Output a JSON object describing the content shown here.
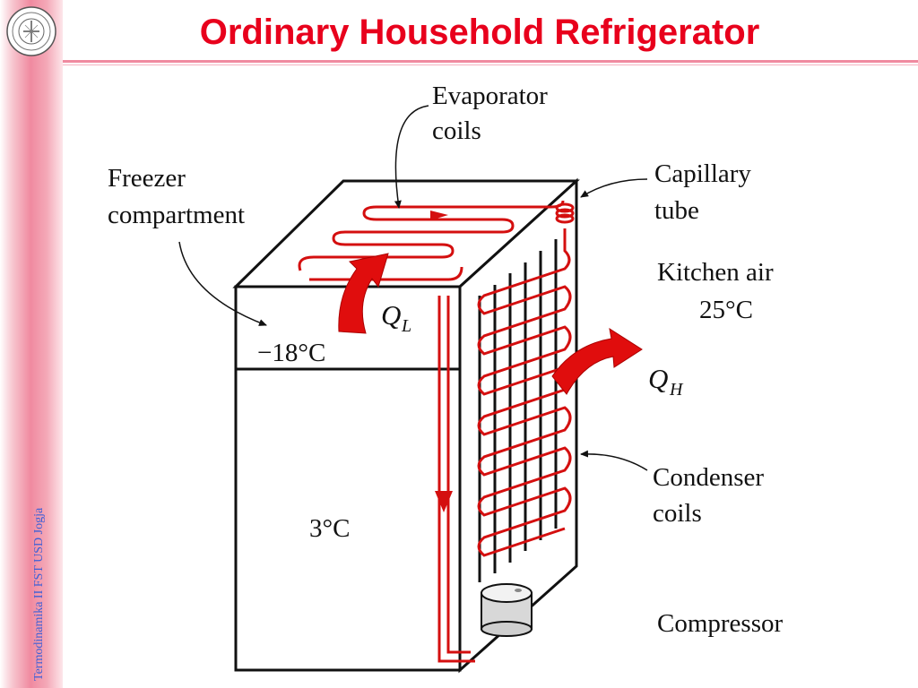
{
  "slide": {
    "title": "Ordinary Household Refrigerator",
    "side_text": "Termodinamika II FST USD Jogja"
  },
  "diagram": {
    "labels": {
      "evaporator_line1": "Evaporator",
      "evaporator_line2": "coils",
      "freezer_line1": "Freezer",
      "freezer_line2": "compartment",
      "capillary_line1": "Capillary",
      "capillary_line2": "tube",
      "kitchen_line1": "Kitchen air",
      "kitchen_line2": "25°C",
      "freezer_temp": "−18°C",
      "fridge_temp": "3°C",
      "condenser_line1": "Condenser",
      "condenser_line2": "coils",
      "compressor": "Compressor",
      "ql_main": "Q",
      "ql_sub": "L",
      "qh_main": "Q",
      "qh_sub": "H"
    },
    "colors": {
      "coil": "#d40f0f",
      "outline": "#111111",
      "title": "#e8001c",
      "side_text": "#3d5fd6"
    }
  }
}
